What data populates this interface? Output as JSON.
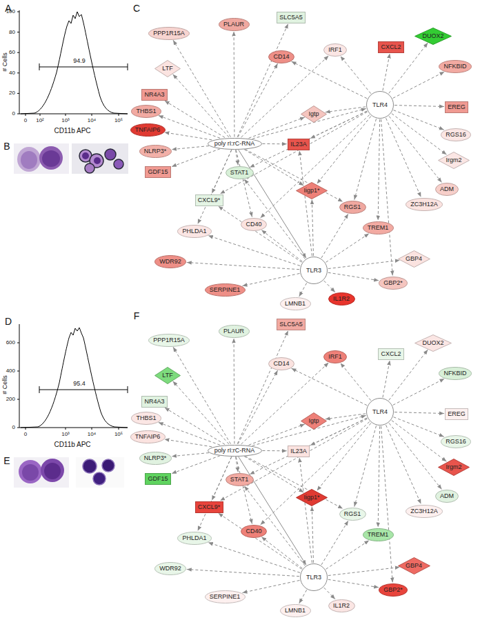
{
  "diagram": {
    "nodes": [
      {
        "text": [
          "poly rI:rC-RNA"
        ]
      },
      {
        "text": [
          "TLR4"
        ]
      },
      {
        "text": [
          "TLR3"
        ]
      },
      {
        "text": [
          "PPP1R15A"
        ]
      },
      {
        "text": [
          "PLAUR"
        ]
      },
      {
        "text": [
          "SLC5A5"
        ]
      },
      {
        "text": [
          "CD14"
        ]
      },
      {
        "text": [
          "IRF1"
        ]
      },
      {
        "text": [
          "CXCL2"
        ]
      },
      {
        "text": [
          "DUOX2"
        ]
      },
      {
        "text": [
          "NFKBID"
        ]
      },
      {
        "text": [
          "LTF"
        ]
      },
      {
        "text": [
          "NR4A3"
        ]
      },
      {
        "text": [
          "THBS1"
        ]
      },
      {
        "text": [
          "EREG"
        ]
      },
      {
        "text": [
          "TNFAIP6"
        ]
      },
      {
        "text": [
          "Igtp"
        ]
      },
      {
        "text": [
          "RGS16"
        ]
      },
      {
        "text": [
          "NLRP3*"
        ]
      },
      {
        "text": [
          "IL23A"
        ]
      },
      {
        "text": [
          "Irgm2"
        ]
      },
      {
        "text": [
          "GDF15"
        ]
      },
      {
        "text": [
          "STAT1"
        ]
      },
      {
        "text": [
          "Iigp1*"
        ]
      },
      {
        "text": [
          "ADM"
        ]
      },
      {
        "text": [
          "CXCL9*"
        ]
      },
      {
        "text": [
          "ZC3H12A"
        ]
      },
      {
        "text": [
          "RGS1"
        ]
      },
      {
        "text": [
          "CD40"
        ]
      },
      {
        "text": [
          "TREM1"
        ]
      },
      {
        "text": [
          "PHLDA1"
        ]
      },
      {
        "text": [
          "GBP4"
        ]
      },
      {
        "text": [
          "WDR92"
        ]
      },
      {
        "text": [
          "GBP2*"
        ]
      },
      {
        "text": [
          "SERPINE1"
        ]
      },
      {
        "text": [
          "IL1R2"
        ]
      },
      {
        "text": [
          "LMNB1"
        ]
      },
      {
        "text": [
          "poly rI:rC-RNA"
        ]
      },
      {
        "text": [
          "TLR4"
        ]
      },
      {
        "text": [
          "TLR3"
        ]
      },
      {
        "text": [
          "PPP1R15A"
        ]
      },
      {
        "text": [
          "PLAUR"
        ]
      },
      {
        "text": [
          "SLC5A5"
        ]
      },
      {
        "text": [
          "CD14"
        ]
      },
      {
        "text": [
          "IRF1"
        ]
      },
      {
        "text": [
          "CXCL2"
        ]
      },
      {
        "text": [
          "DUOX2"
        ]
      },
      {
        "text": [
          "NFKBID"
        ]
      },
      {
        "text": [
          "LTF"
        ]
      },
      {
        "text": [
          "NR4A3"
        ]
      },
      {
        "text": [
          "THBS1"
        ]
      },
      {
        "text": [
          "EREG"
        ]
      },
      {
        "text": [
          "TNFAIP6"
        ]
      },
      {
        "text": [
          "Igtp"
        ]
      },
      {
        "text": [
          "RGS16"
        ]
      },
      {
        "text": [
          "NLRP3*"
        ]
      },
      {
        "text": [
          "IL23A"
        ]
      },
      {
        "text": [
          "Irgm2"
        ]
      },
      {
        "text": [
          "GDF15"
        ]
      },
      {
        "text": [
          "STAT1"
        ]
      },
      {
        "text": [
          "Iigp1*"
        ]
      },
      {
        "text": [
          "ADM"
        ]
      },
      {
        "text": [
          "CXCL9*"
        ]
      },
      {
        "text": [
          "ZC3H12A"
        ]
      },
      {
        "text": [
          "RGS1"
        ]
      },
      {
        "text": [
          "CD40"
        ]
      },
      {
        "text": [
          "TREM1"
        ]
      },
      {
        "text": [
          "PHLDA1"
        ]
      },
      {
        "text": [
          "GBP4"
        ]
      },
      {
        "text": [
          "WDR92"
        ]
      },
      {
        "text": [
          "GBP2*"
        ]
      },
      {
        "text": [
          "SERPINE1"
        ]
      },
      {
        "text": [
          "IL1R2"
        ]
      },
      {
        "text": [
          "LMNB1"
        ]
      }
    ],
    "edges": [
      {
        "from": 0,
        "to": 3,
        "arrow": "to"
      },
      {
        "from": 0,
        "to": 4,
        "arrow": "to"
      },
      {
        "from": 0,
        "to": 5,
        "arrow": "to"
      },
      {
        "from": 0,
        "to": 6,
        "arrow": "to"
      },
      {
        "from": 0,
        "to": 7,
        "arrow": "to"
      },
      {
        "from": 0,
        "to": 11,
        "arrow": "to"
      },
      {
        "from": 0,
        "to": 12,
        "arrow": "to"
      },
      {
        "from": 0,
        "to": 13,
        "arrow": "to"
      },
      {
        "from": 0,
        "to": 15,
        "arrow": "to"
      },
      {
        "from": 0,
        "to": 16,
        "arrow": "to"
      },
      {
        "from": 0,
        "to": 18,
        "arrow": "to"
      },
      {
        "from": 0,
        "to": 19,
        "arrow": "to"
      },
      {
        "from": 0,
        "to": 21,
        "arrow": "to"
      },
      {
        "from": 0,
        "to": 22,
        "arrow": "to"
      },
      {
        "from": 0,
        "to": 23,
        "arrow": "to"
      },
      {
        "from": 0,
        "to": 25,
        "arrow": "to"
      },
      {
        "from": 0,
        "to": 27,
        "arrow": "to"
      },
      {
        "from": 0,
        "to": 28,
        "arrow": "to"
      },
      {
        "from": 0,
        "to": 30,
        "arrow": "to"
      },
      {
        "from": 0,
        "to": 1,
        "arrow": "to"
      },
      {
        "from": 0,
        "to": 2,
        "arrow": "to"
      },
      {
        "from": 1,
        "to": 6,
        "arrow": "to"
      },
      {
        "from": 1,
        "to": 7,
        "arrow": "to"
      },
      {
        "from": 1,
        "to": 8,
        "arrow": "to"
      },
      {
        "from": 1,
        "to": 9,
        "arrow": "to"
      },
      {
        "from": 1,
        "to": 10,
        "arrow": "to"
      },
      {
        "from": 1,
        "to": 14,
        "arrow": "to"
      },
      {
        "from": 1,
        "to": 16,
        "arrow": "to"
      },
      {
        "from": 1,
        "to": 17,
        "arrow": "to"
      },
      {
        "from": 1,
        "to": 19,
        "arrow": "to"
      },
      {
        "from": 1,
        "to": 20,
        "arrow": "to"
      },
      {
        "from": 1,
        "to": 22,
        "arrow": "to"
      },
      {
        "from": 1,
        "to": 23,
        "arrow": "to"
      },
      {
        "from": 1,
        "to": 24,
        "arrow": "to"
      },
      {
        "from": 1,
        "to": 25,
        "arrow": "to"
      },
      {
        "from": 1,
        "to": 26,
        "arrow": "to"
      },
      {
        "from": 1,
        "to": 27,
        "arrow": "to"
      },
      {
        "from": 1,
        "to": 28,
        "arrow": "to"
      },
      {
        "from": 1,
        "to": 29,
        "arrow": "to"
      },
      {
        "from": 1,
        "to": 33,
        "arrow": "to"
      },
      {
        "from": 2,
        "to": 19,
        "arrow": "to"
      },
      {
        "from": 2,
        "to": 22,
        "arrow": "to"
      },
      {
        "from": 2,
        "to": 23,
        "arrow": "to"
      },
      {
        "from": 2,
        "to": 25,
        "arrow": "to"
      },
      {
        "from": 2,
        "to": 27,
        "arrow": "to"
      },
      {
        "from": 2,
        "to": 28,
        "arrow": "to"
      },
      {
        "from": 2,
        "to": 29,
        "arrow": "to"
      },
      {
        "from": 2,
        "to": 30,
        "arrow": "to"
      },
      {
        "from": 2,
        "to": 31,
        "arrow": "to"
      },
      {
        "from": 2,
        "to": 32,
        "arrow": "to"
      },
      {
        "from": 2,
        "to": 33,
        "arrow": "to"
      },
      {
        "from": 2,
        "to": 34,
        "arrow": "to"
      },
      {
        "from": 2,
        "to": 35,
        "arrow": "to"
      },
      {
        "from": 2,
        "to": 36,
        "arrow": "to"
      },
      {
        "from": 37,
        "to": 40,
        "arrow": "to"
      },
      {
        "from": 37,
        "to": 41,
        "arrow": "to"
      },
      {
        "from": 37,
        "to": 42,
        "arrow": "to"
      },
      {
        "from": 37,
        "to": 43,
        "arrow": "to"
      },
      {
        "from": 37,
        "to": 44,
        "arrow": "to"
      },
      {
        "from": 37,
        "to": 48,
        "arrow": "to"
      },
      {
        "from": 37,
        "to": 49,
        "arrow": "to"
      },
      {
        "from": 37,
        "to": 50,
        "arrow": "to"
      },
      {
        "from": 37,
        "to": 52,
        "arrow": "to"
      },
      {
        "from": 37,
        "to": 53,
        "arrow": "to"
      },
      {
        "from": 37,
        "to": 55,
        "arrow": "to"
      },
      {
        "from": 37,
        "to": 56,
        "arrow": "to"
      },
      {
        "from": 37,
        "to": 58,
        "arrow": "to"
      },
      {
        "from": 37,
        "to": 59,
        "arrow": "to"
      },
      {
        "from": 37,
        "to": 60,
        "arrow": "to"
      },
      {
        "from": 37,
        "to": 62,
        "arrow": "to"
      },
      {
        "from": 37,
        "to": 64,
        "arrow": "to"
      },
      {
        "from": 37,
        "to": 65,
        "arrow": "to"
      },
      {
        "from": 37,
        "to": 67,
        "arrow": "to"
      },
      {
        "from": 37,
        "to": 38,
        "arrow": "to"
      },
      {
        "from": 37,
        "to": 39,
        "arrow": "to"
      },
      {
        "from": 38,
        "to": 43,
        "arrow": "to"
      },
      {
        "from": 38,
        "to": 44,
        "arrow": "to"
      },
      {
        "from": 38,
        "to": 45,
        "arrow": "to"
      },
      {
        "from": 38,
        "to": 46,
        "arrow": "to"
      },
      {
        "from": 38,
        "to": 47,
        "arrow": "to"
      },
      {
        "from": 38,
        "to": 51,
        "arrow": "to"
      },
      {
        "from": 38,
        "to": 53,
        "arrow": "to"
      },
      {
        "from": 38,
        "to": 54,
        "arrow": "to"
      },
      {
        "from": 38,
        "to": 56,
        "arrow": "to"
      },
      {
        "from": 38,
        "to": 57,
        "arrow": "to"
      },
      {
        "from": 38,
        "to": 59,
        "arrow": "to"
      },
      {
        "from": 38,
        "to": 60,
        "arrow": "to"
      },
      {
        "from": 38,
        "to": 61,
        "arrow": "to"
      },
      {
        "from": 38,
        "to": 62,
        "arrow": "to"
      },
      {
        "from": 38,
        "to": 63,
        "arrow": "to"
      },
      {
        "from": 38,
        "to": 64,
        "arrow": "to"
      },
      {
        "from": 38,
        "to": 65,
        "arrow": "to"
      },
      {
        "from": 38,
        "to": 66,
        "arrow": "to"
      },
      {
        "from": 38,
        "to": 70,
        "arrow": "to"
      },
      {
        "from": 39,
        "to": 56,
        "arrow": "to"
      },
      {
        "from": 39,
        "to": 59,
        "arrow": "to"
      },
      {
        "from": 39,
        "to": 60,
        "arrow": "to"
      },
      {
        "from": 39,
        "to": 62,
        "arrow": "to"
      },
      {
        "from": 39,
        "to": 64,
        "arrow": "to"
      },
      {
        "from": 39,
        "to": 65,
        "arrow": "to"
      },
      {
        "from": 39,
        "to": 66,
        "arrow": "to"
      },
      {
        "from": 39,
        "to": 67,
        "arrow": "to"
      },
      {
        "from": 39,
        "to": 68,
        "arrow": "to"
      },
      {
        "from": 39,
        "to": 69,
        "arrow": "to"
      },
      {
        "from": 39,
        "to": 70,
        "arrow": "to"
      },
      {
        "from": 39,
        "to": 71,
        "arrow": "to"
      },
      {
        "from": 39,
        "to": 72,
        "arrow": "to"
      },
      {
        "from": 39,
        "to": 73,
        "arrow": "to"
      }
    ],
    "labels": [
      "A",
      "94.9",
      "# Cells",
      "0",
      "20",
      "40",
      "60",
      "80",
      "100",
      "0",
      "10²",
      "10³",
      "10⁴",
      "10⁵",
      "CD11b APC",
      "B",
      "C",
      "D",
      "95.4",
      "# Cells",
      "0",
      "200",
      "400",
      "600",
      "0",
      "10³",
      "10⁴",
      "10⁵",
      "CD11b APC",
      "E",
      "F"
    ]
  }
}
